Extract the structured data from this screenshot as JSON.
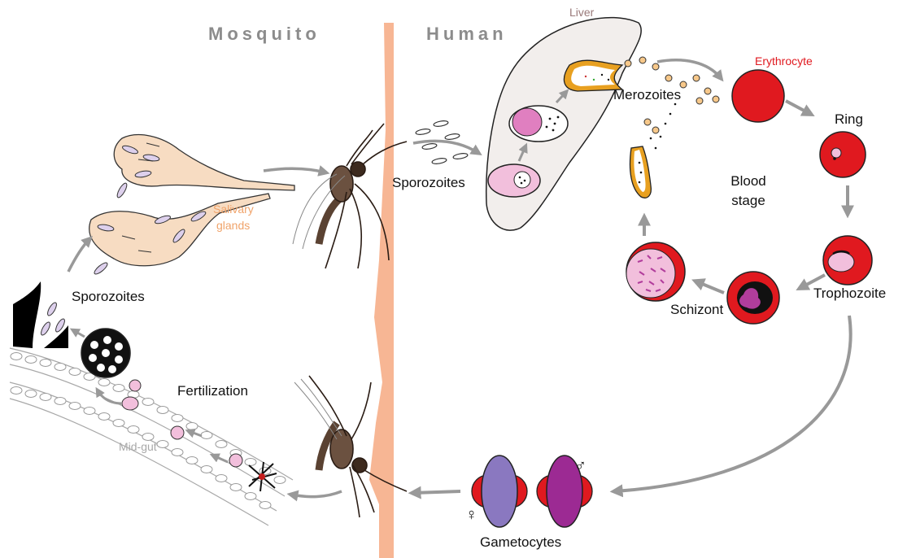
{
  "headers": {
    "mosquito": "Mosquito",
    "human": "Human"
  },
  "labels": {
    "liver": "Liver",
    "erythrocyte": "Erythrocyte",
    "merozoites": "Merozoites",
    "ring": "Ring",
    "sporozoites_human": "Sporozoites",
    "blood_stage_1": "Blood",
    "blood_stage_2": "stage",
    "salivary_1": "Salivary",
    "salivary_2": "glands",
    "sporozoites_mosquito": "Sporozoites",
    "schizont": "Schizont",
    "trophozoite": "Trophozoite",
    "fertilization": "Fertilization",
    "midgut": "Mid-gut",
    "gametocytes": "Gametocytes",
    "female_symbol": "♀",
    "male_symbol": "♂"
  },
  "colors": {
    "header_gray": "#8c8c8c",
    "erythrocyte_red": "#e0191f",
    "salivary_tan": "#f7dcc2",
    "salivary_text": "#f0a36a",
    "liver_fill": "#f2eeec",
    "liver_text": "#9a7a7a",
    "skin_peach": "#f7b694",
    "arrow_gray": "#9a9a9a",
    "parasite_pink": "#f2bfdc",
    "parasite_magenta": "#b13d9c",
    "female_gametocyte": "#8a78c0",
    "male_gametocyte": "#9c2a93",
    "orange_rim": "#e8a020",
    "midgut_gray": "#a8a8a8"
  }
}
